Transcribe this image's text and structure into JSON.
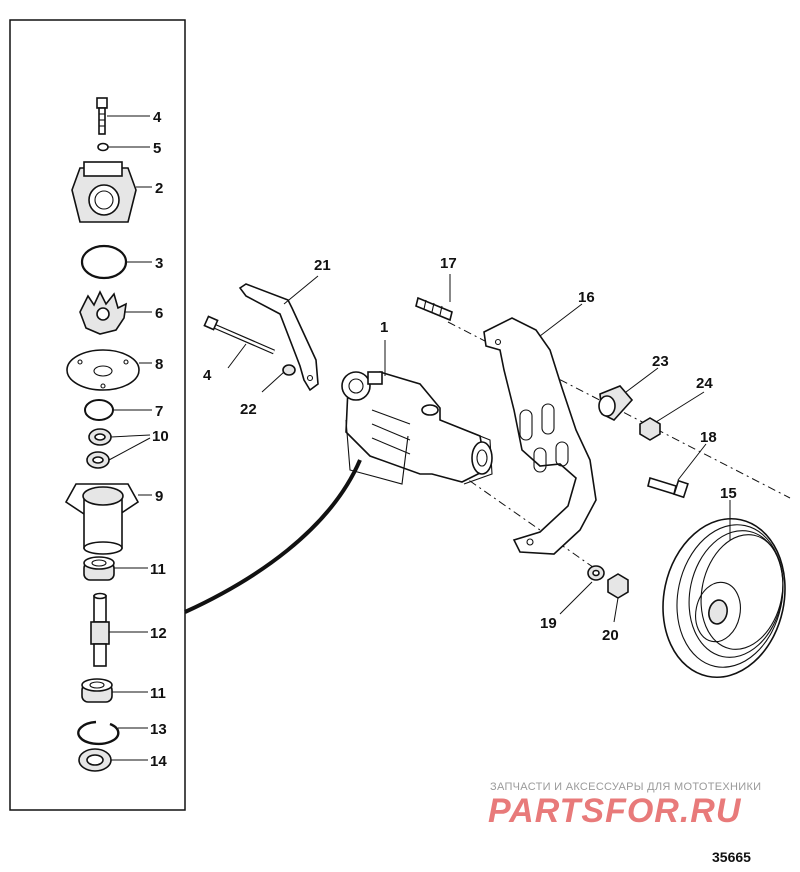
{
  "callouts": {
    "c1": "1",
    "c2": "2",
    "c3": "3",
    "c4a": "4",
    "c4b": "4",
    "c5": "5",
    "c6": "6",
    "c7": "7",
    "c8": "8",
    "c9": "9",
    "c10": "10",
    "c11a": "11",
    "c11b": "11",
    "c12": "12",
    "c13": "13",
    "c14": "14",
    "c15": "15",
    "c16": "16",
    "c17": "17",
    "c18": "18",
    "c19": "19",
    "c20": "20",
    "c21": "21",
    "c22": "22",
    "c23": "23",
    "c24": "24"
  },
  "watermark": {
    "tagline": "ЗАПЧАСТИ И АКСЕССУАРЫ ДЛЯ МОТОТЕХНИКИ",
    "brand": "PARTSFOR.RU"
  },
  "reference_number": "35665"
}
